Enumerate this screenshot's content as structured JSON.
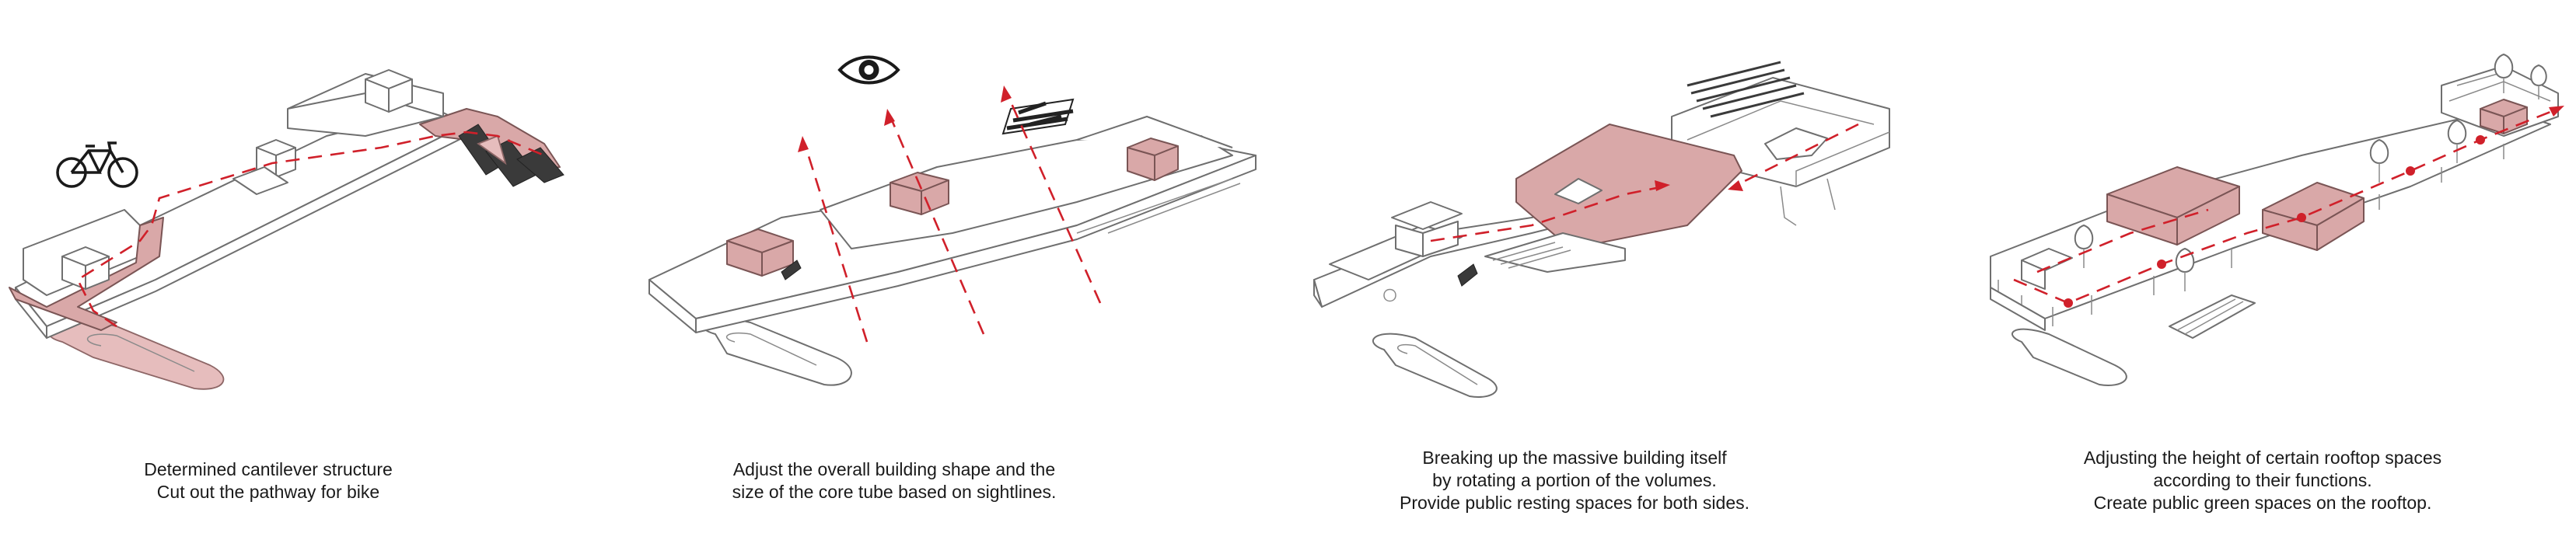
{
  "panels": [
    {
      "id": "stage-1",
      "caption": [
        "Determined cantilever structure",
        "Cut out the pathway for bike"
      ],
      "icon": "bicycle-icon"
    },
    {
      "id": "stage-2",
      "caption": [
        "Adjust the overall building shape and the",
        "size of the core tube based on sightlines."
      ],
      "icon": "eye-icon"
    },
    {
      "id": "stage-3",
      "caption": [
        "Breaking up the massive building itself",
        "by rotating a portion of the volumes.",
        "Provide public resting spaces for both sides."
      ],
      "icon": ""
    },
    {
      "id": "stage-4",
      "caption": [
        "Adjusting the height of certain rooftop spaces",
        "according to their functions.",
        "Create public green spaces on the rooftop."
      ],
      "icon": "tree-icon"
    }
  ],
  "colors": {
    "accent_red": "#d0202a",
    "pink_fill": "#d9a8a8",
    "outline": "#6f6f6f"
  }
}
